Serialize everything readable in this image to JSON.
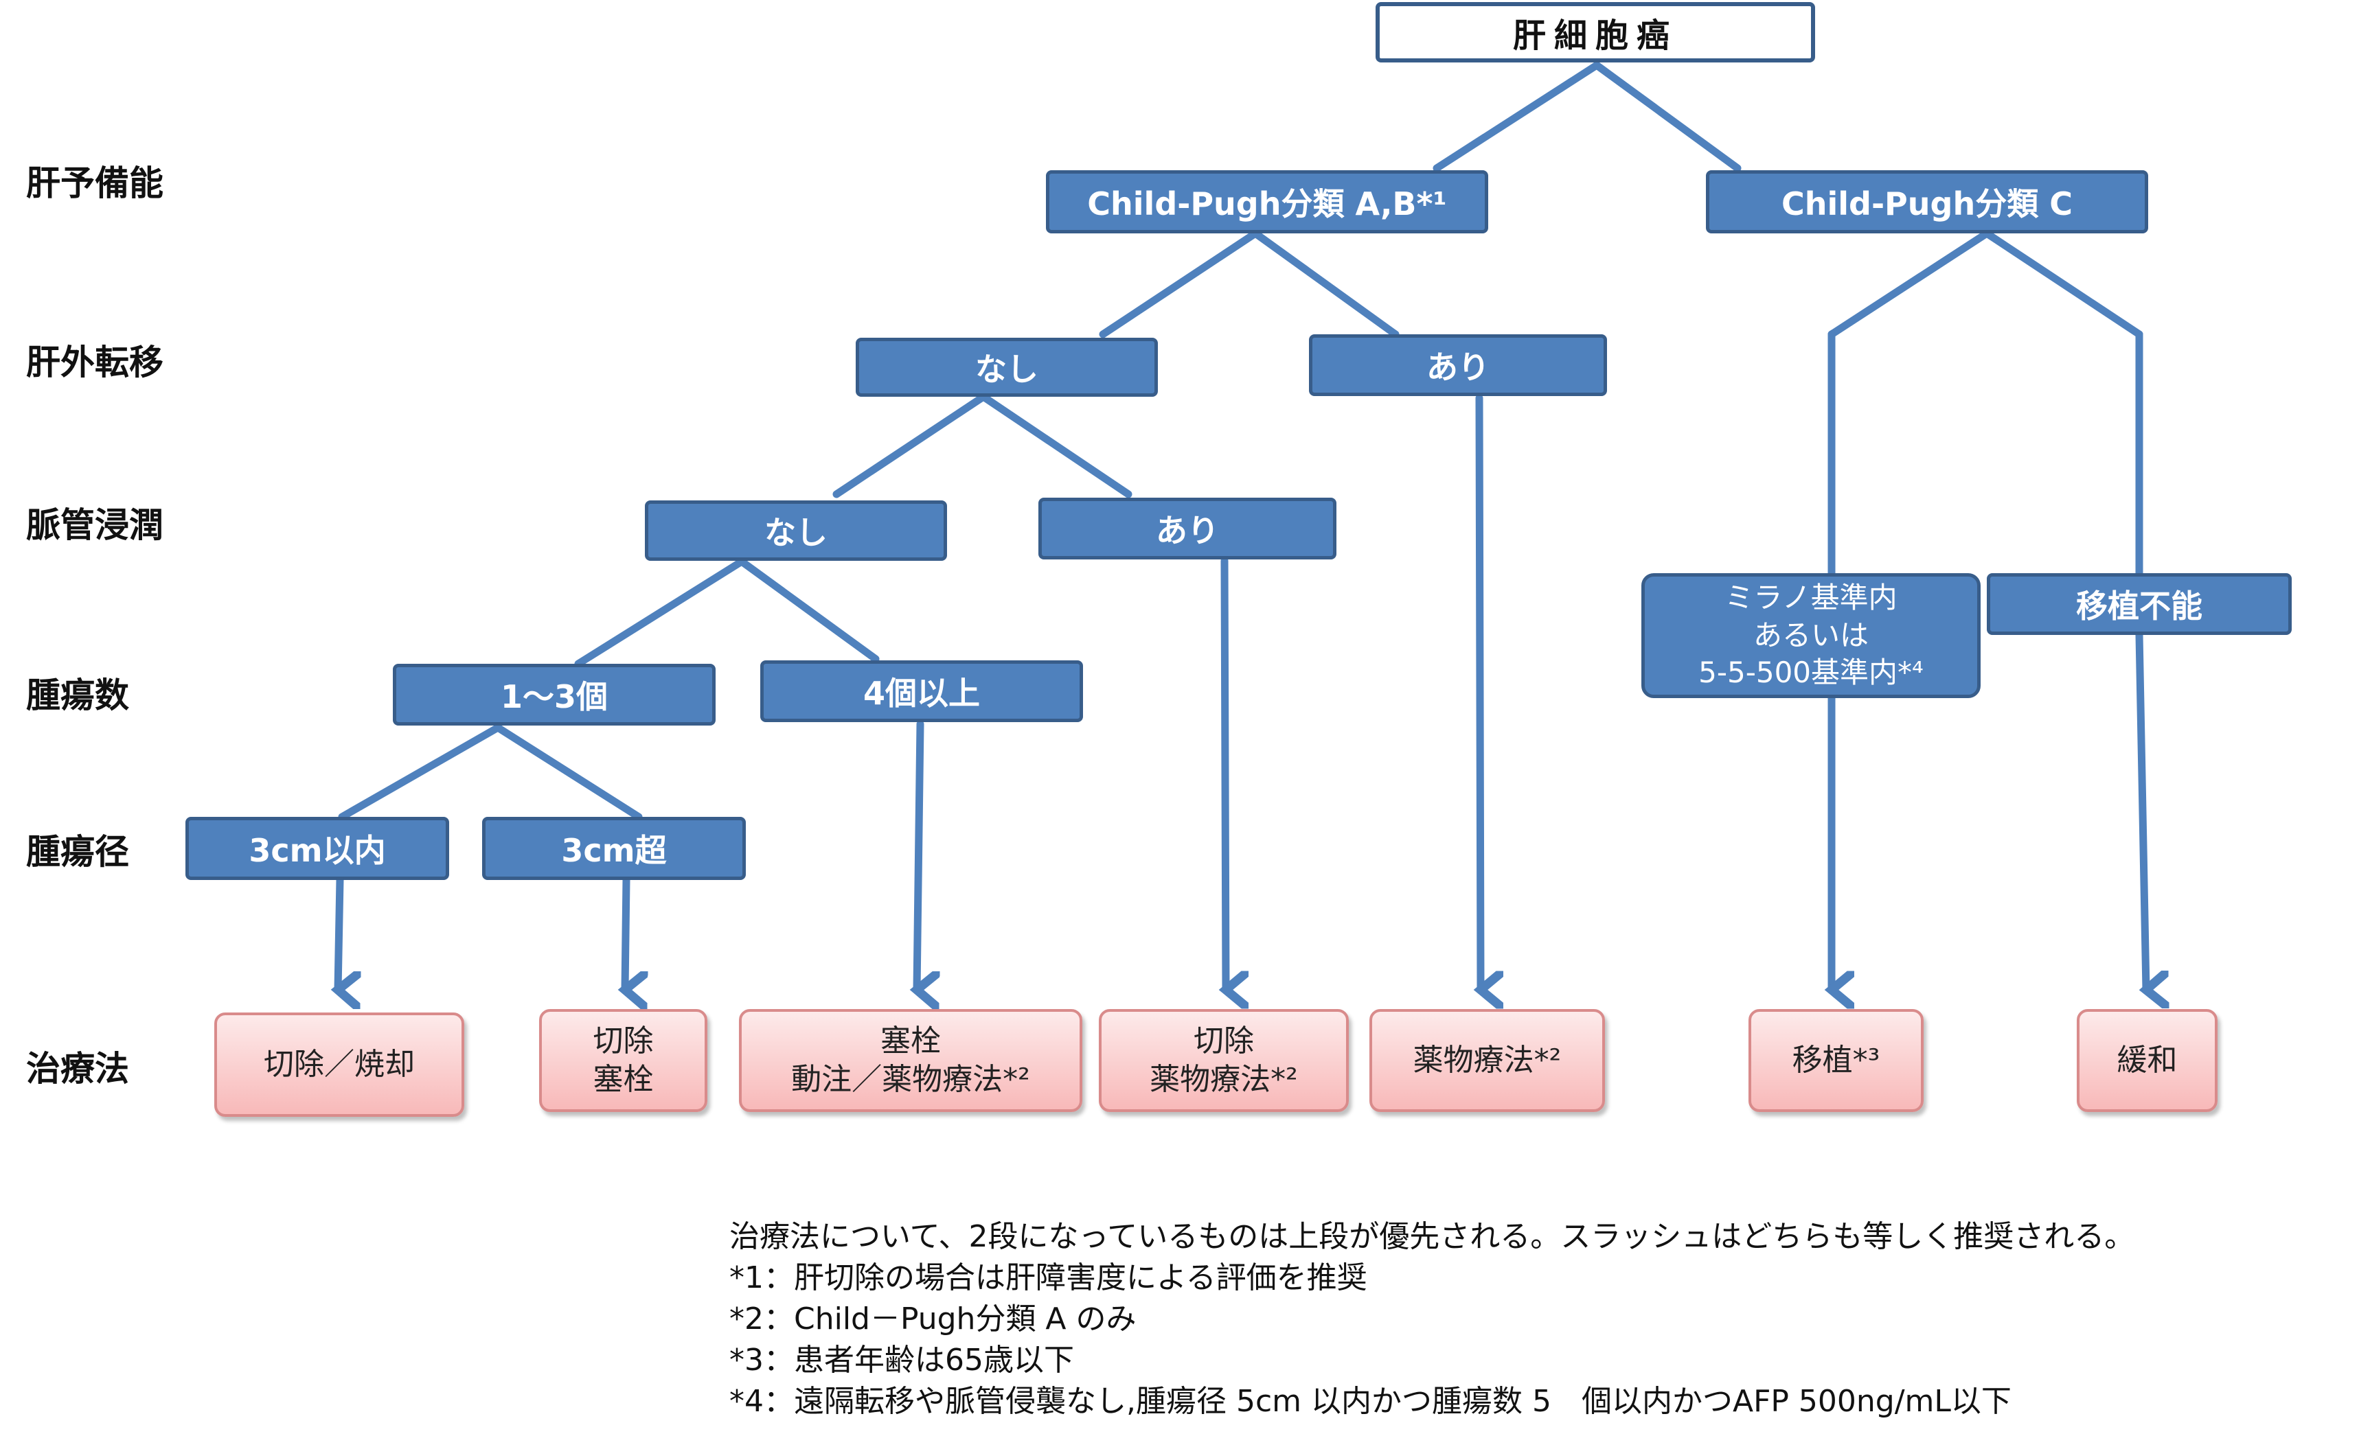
{
  "colors": {
    "node_fill": "#4f81bd",
    "node_border": "#385d8a",
    "connector": "#4f81bd",
    "treatment_fill_top": "#fdeaea",
    "treatment_fill_bottom": "#f8b9b9",
    "treatment_border": "#d98b8b"
  },
  "row_labels": {
    "liver_reserve": "肝予備能",
    "extrahepatic_metastasis": "肝外転移",
    "vascular_invasion": "脈管浸潤",
    "tumor_count": "腫瘍数",
    "tumor_size": "腫瘍径",
    "treatment": "治療法"
  },
  "nodes": {
    "root": "肝細胞癌",
    "child_pugh_ab": "Child-Pugh分類 A,B*¹",
    "child_pugh_c": "Child-Pugh分類 C",
    "metastasis_none": "なし",
    "metastasis_present": "あり",
    "invasion_none": "なし",
    "invasion_present": "あり",
    "count_1_3": "1～3個",
    "count_4_plus": "4個以上",
    "size_3cm_within": "3cm以内",
    "size_3cm_over": "3cm超",
    "milan_lines": [
      "ミラノ基準内",
      "あるいは",
      "5-5-500基準内*⁴"
    ],
    "transplant_ineligible": "移植不能"
  },
  "treatments": {
    "resection_ablation": [
      "切除／焼却"
    ],
    "resection_embolization": [
      "切除",
      "塞栓"
    ],
    "embolization_arterial": [
      "塞栓",
      "動注／薬物療法*²"
    ],
    "resection_drug": [
      "切除",
      "薬物療法*²"
    ],
    "drug": [
      "薬物療法*²"
    ],
    "transplant": [
      "移植*³"
    ],
    "palliative": [
      "緩和"
    ]
  },
  "notes": [
    "治療法について、2段になっているものは上段が優先される。スラッシュはどちらも等しく推奨される。",
    "*1：肝切除の場合は肝障害度による評価を推奨",
    "*2：Child－Pugh分類 A のみ",
    "*3：患者年齢は65歳以下",
    "*4：遠隔転移や脈管侵襲なし,腫瘍径 5cm 以内かつ腫瘍数 5　個以内かつAFP 500ng/mL以下"
  ]
}
